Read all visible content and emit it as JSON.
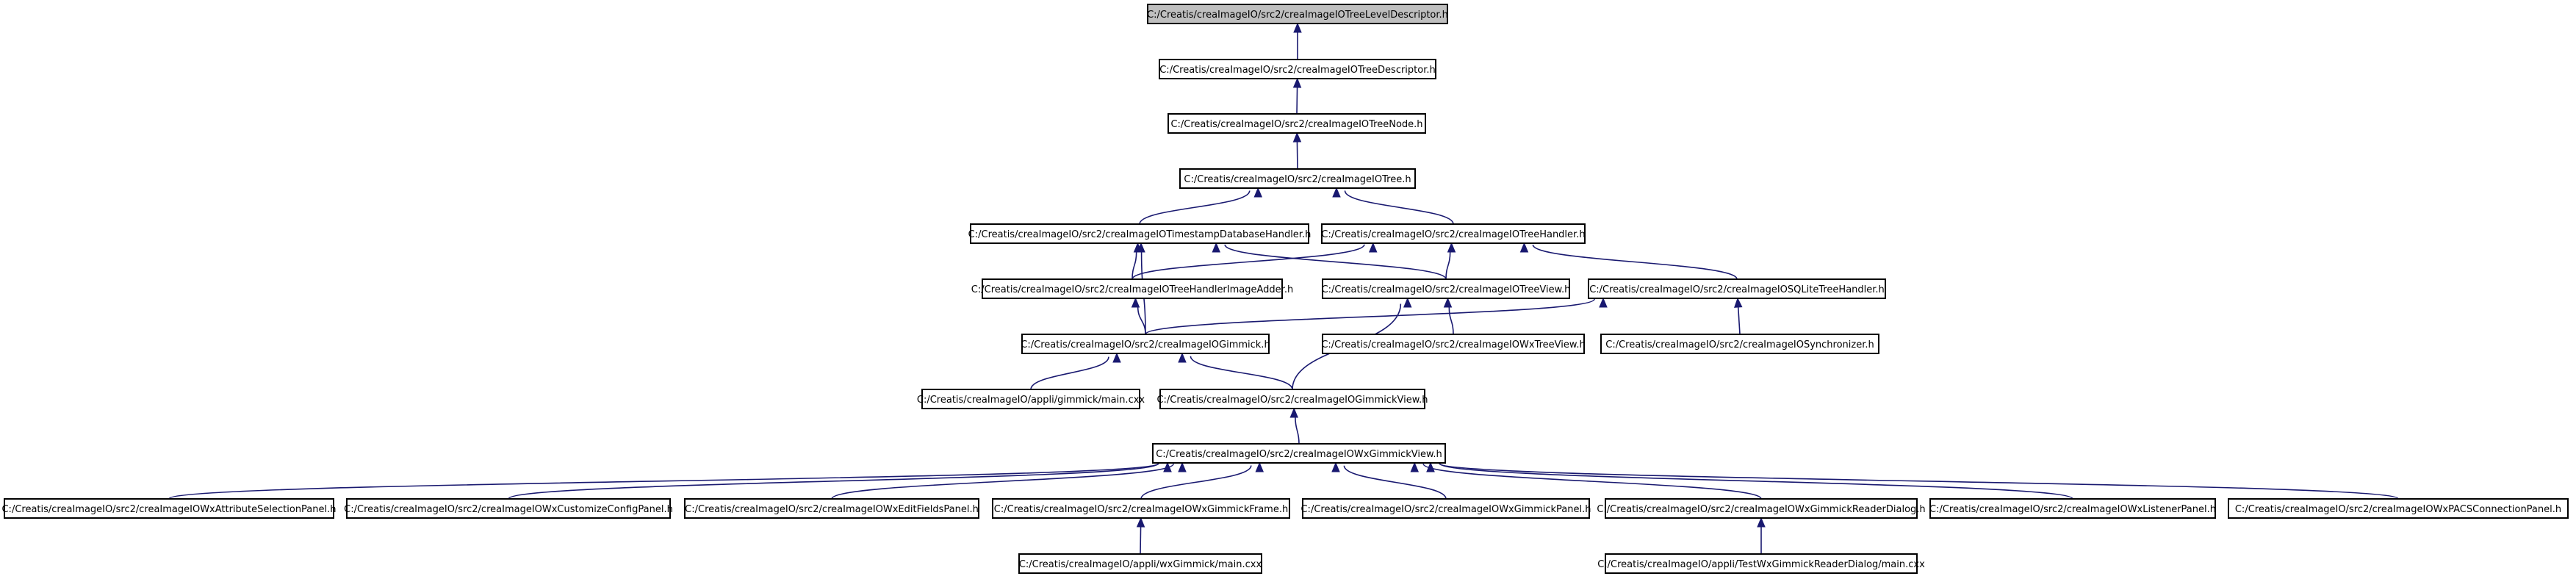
{
  "graph": {
    "nodes": [
      {
        "id": "n0",
        "label": "C:/Creatis/creaImageIO/src2/creaImageIOTreeLevelDescriptor.h",
        "root": true
      },
      {
        "id": "n1",
        "label": "C:/Creatis/creaImageIO/src2/creaImageIOTreeDescriptor.h"
      },
      {
        "id": "n2",
        "label": "C:/Creatis/creaImageIO/src2/creaImageIOTreeNode.h"
      },
      {
        "id": "n3",
        "label": "C:/Creatis/creaImageIO/src2/creaImageIOTree.h"
      },
      {
        "id": "n4",
        "label": "C:/Creatis/creaImageIO/src2/creaImageIOTimestampDatabaseHandler.h"
      },
      {
        "id": "n5",
        "label": "C:/Creatis/creaImageIO/src2/creaImageIOTreeHandler.h"
      },
      {
        "id": "n6",
        "label": "C:/Creatis/creaImageIO/src2/creaImageIOTreeHandlerImageAdder.h"
      },
      {
        "id": "n7",
        "label": "C:/Creatis/creaImageIO/src2/creaImageIOTreeView.h"
      },
      {
        "id": "n8",
        "label": "C:/Creatis/creaImageIO/src2/creaImageIOSQLiteTreeHandler.h"
      },
      {
        "id": "n9",
        "label": "C:/Creatis/creaImageIO/src2/creaImageIOGimmick.h"
      },
      {
        "id": "n10",
        "label": "C:/Creatis/creaImageIO/src2/creaImageIOWxTreeView.h"
      },
      {
        "id": "n11",
        "label": "C:/Creatis/creaImageIO/src2/creaImageIOSynchronizer.h"
      },
      {
        "id": "n12",
        "label": "C:/Creatis/creaImageIO/appli/gimmick/main.cxx"
      },
      {
        "id": "n13",
        "label": "C:/Creatis/creaImageIO/src2/creaImageIOGimmickView.h"
      },
      {
        "id": "n14",
        "label": "C:/Creatis/creaImageIO/src2/creaImageIOWxGimmickView.h"
      },
      {
        "id": "n15",
        "label": "C:/Creatis/creaImageIO/src2/creaImageIOWxAttributeSelectionPanel.h"
      },
      {
        "id": "n16",
        "label": "C:/Creatis/creaImageIO/src2/creaImageIOWxCustomizeConfigPanel.h"
      },
      {
        "id": "n17",
        "label": "C:/Creatis/creaImageIO/src2/creaImageIOWxEditFieldsPanel.h"
      },
      {
        "id": "n18",
        "label": "C:/Creatis/creaImageIO/src2/creaImageIOWxGimmickFrame.h"
      },
      {
        "id": "n19",
        "label": "C:/Creatis/creaImageIO/src2/creaImageIOWxGimmickPanel.h"
      },
      {
        "id": "n20",
        "label": "C:/Creatis/creaImageIO/src2/creaImageIOWxGimmickReaderDialog.h"
      },
      {
        "id": "n21",
        "label": "C:/Creatis/creaImageIO/src2/creaImageIOWxListenerPanel.h"
      },
      {
        "id": "n22",
        "label": "C:/Creatis/creaImageIO/src2/creaImageIOWxPACSConnectionPanel.h"
      },
      {
        "id": "n23",
        "label": "C:/Creatis/creaImageIO/appli/wxGimmick/main.cxx"
      },
      {
        "id": "n24",
        "label": "C:/Creatis/creaImageIO/appli/TestWxGimmickReaderDialog/main.cxx"
      }
    ],
    "edges": [
      {
        "from": "n1",
        "to": "n0"
      },
      {
        "from": "n2",
        "to": "n1"
      },
      {
        "from": "n3",
        "to": "n2"
      },
      {
        "from": "n4",
        "to": "n3"
      },
      {
        "from": "n5",
        "to": "n3"
      },
      {
        "from": "n6",
        "to": "n4"
      },
      {
        "from": "n7",
        "to": "n4"
      },
      {
        "from": "n9",
        "to": "n4"
      },
      {
        "from": "n6",
        "to": "n5"
      },
      {
        "from": "n7",
        "to": "n5"
      },
      {
        "from": "n8",
        "to": "n5"
      },
      {
        "from": "n9",
        "to": "n6"
      },
      {
        "from": "n9",
        "to": "n8"
      },
      {
        "from": "n11",
        "to": "n8"
      },
      {
        "from": "n10",
        "to": "n7"
      },
      {
        "from": "n13",
        "to": "n7"
      },
      {
        "from": "n12",
        "to": "n9"
      },
      {
        "from": "n13",
        "to": "n9"
      },
      {
        "from": "n14",
        "to": "n13"
      },
      {
        "from": "n15",
        "to": "n14"
      },
      {
        "from": "n16",
        "to": "n14"
      },
      {
        "from": "n17",
        "to": "n14"
      },
      {
        "from": "n18",
        "to": "n14"
      },
      {
        "from": "n19",
        "to": "n14"
      },
      {
        "from": "n20",
        "to": "n14"
      },
      {
        "from": "n21",
        "to": "n14"
      },
      {
        "from": "n22",
        "to": "n14"
      },
      {
        "from": "n23",
        "to": "n18"
      },
      {
        "from": "n24",
        "to": "n20"
      }
    ]
  },
  "colors": {
    "edge": "#191970",
    "root_fill": "#bfbfbf",
    "node_fill": "#ffffff",
    "node_border": "#000000"
  }
}
